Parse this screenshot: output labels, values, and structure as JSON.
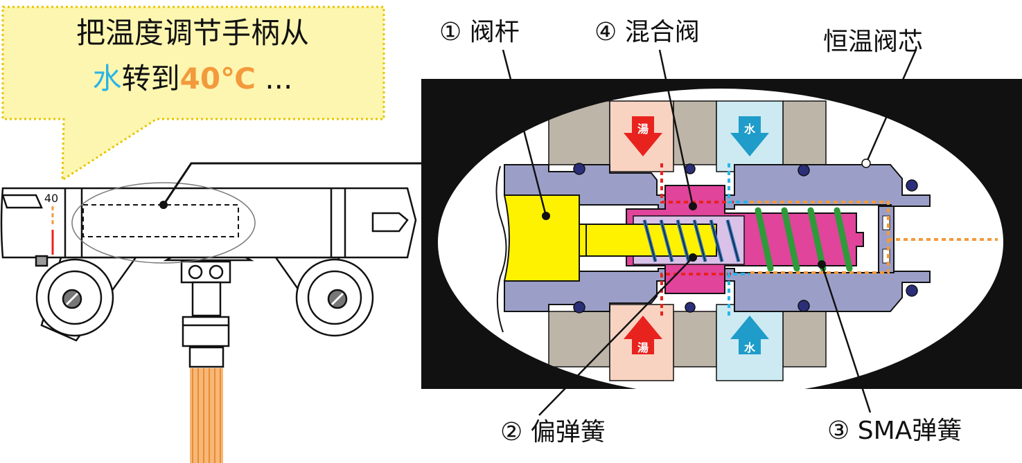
{
  "callout": {
    "line1": "把温度调节手柄从",
    "word_cold": "水",
    "word_mid": "转到",
    "word_temp": "40℃",
    "word_tail": " ..."
  },
  "dial": {
    "value": "40"
  },
  "labels": {
    "valve_stem": "① 阀杆",
    "mixing_valve": "④ 混合阀",
    "thermostatic_core": "恒温阀芯",
    "bias_spring": "② 偏弹簧",
    "sma_spring": "③ SMA弹簧"
  },
  "flow_badges": {
    "hot": "湯",
    "cold": "水"
  },
  "colors": {
    "callout_bg": "#fdf6b0",
    "callout_border": "#e8c400",
    "cold": "#2ab4e6",
    "hot": "#f39a3c",
    "valve_stem": "#fff200",
    "housing": "#9b9fc8",
    "mixing_valve": "#e0449b",
    "sma_spring": "#2f9a3a",
    "bias_spring": "#2a6fb5",
    "hot_zone": "#f9d3c2",
    "cold_zone": "#cdeaf2",
    "seal": "#bdb5a8"
  }
}
